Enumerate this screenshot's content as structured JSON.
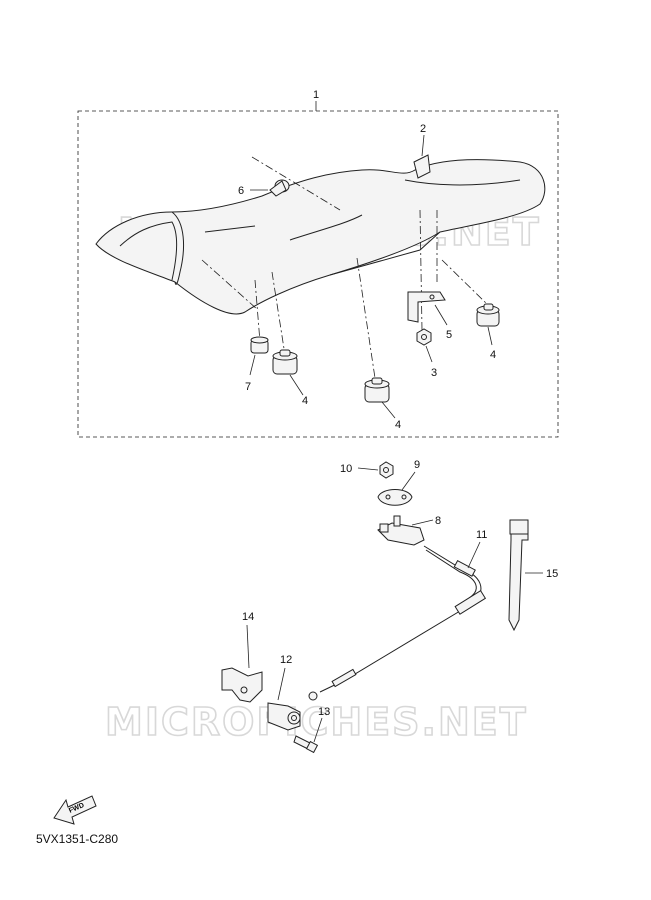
{
  "diagram_code": "5VX1351-C280",
  "watermark": "MICROFICHES.NET",
  "fwd_label": "FWD",
  "callouts": {
    "c1": "1",
    "c2": "2",
    "c3": "3",
    "c4a": "4",
    "c4b": "4",
    "c4c": "4",
    "c5": "5",
    "c6": "6",
    "c7": "7",
    "c8": "8",
    "c9": "9",
    "c10": "10",
    "c11": "11",
    "c12": "12",
    "c13": "13",
    "c14": "14",
    "c15": "15"
  }
}
